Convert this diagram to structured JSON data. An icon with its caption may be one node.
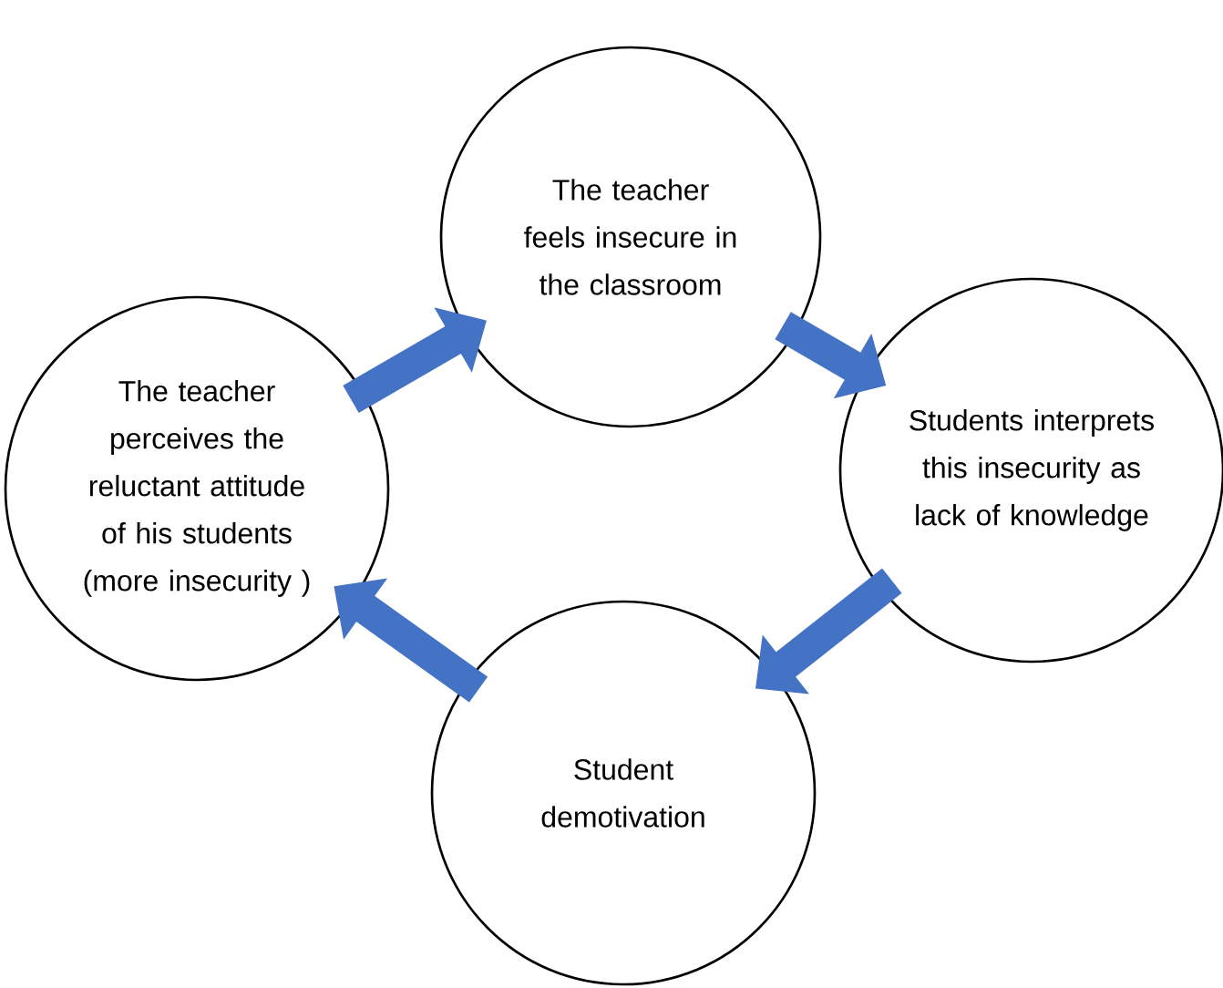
{
  "diagram": {
    "nodes": [
      {
        "text": [
          "The teacher feels insecure in the classroom"
        ]
      },
      {
        "text": [
          "Students interprets this insecurity as lack of knowledge"
        ]
      },
      {
        "text": [
          "Student demotivation"
        ]
      },
      {
        "text": [
          "The teacher perceives the reluctant attitude of his students (more insecurity )"
        ]
      }
    ],
    "edges": [
      {
        "from": 0,
        "to": 1,
        "arrow": "to"
      },
      {
        "from": 1,
        "to": 2,
        "arrow": "to"
      },
      {
        "from": 2,
        "to": 3,
        "arrow": "to"
      },
      {
        "from": 3,
        "to": 0,
        "arrow": "to"
      }
    ]
  }
}
